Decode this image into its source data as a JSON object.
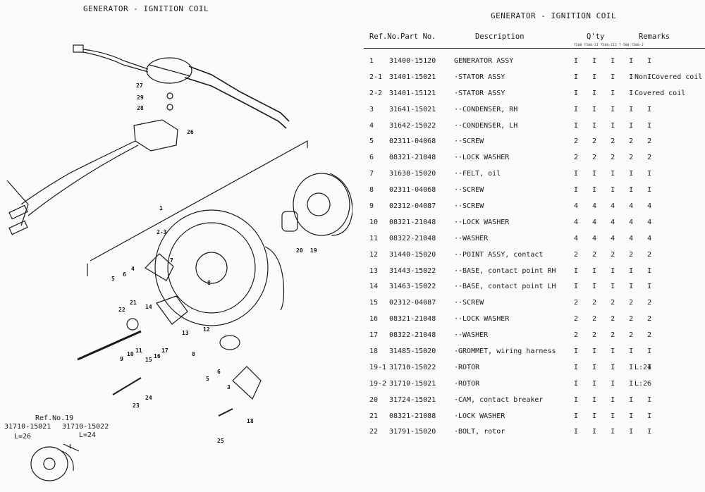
{
  "left": {
    "title": "GENERATOR - IGNITION COIL",
    "callouts": [
      "27",
      "29",
      "28",
      "26",
      "1",
      "2-3",
      "20",
      "19",
      "5",
      "6",
      "4",
      "7",
      "8",
      "21",
      "22",
      "9",
      "10",
      "11",
      "15",
      "16",
      "17",
      "14",
      "13",
      "12",
      "8",
      "5",
      "6",
      "3",
      "24",
      "23",
      "18",
      "25"
    ],
    "ref_note": {
      "label": "Ref.No.19",
      "parts": [
        "31710-15021",
        "31710-15022"
      ],
      "lengths": [
        "L=26",
        "L=24"
      ],
      "dim": "L"
    }
  },
  "right": {
    "title": "GENERATOR - IGNITION COIL",
    "headers": {
      "ref": "Ref.No.",
      "part": "Part   No.",
      "desc": "Description",
      "qty": "Q'ty",
      "remarks": "Remarks",
      "models": "T500  T500-II  T500-III  T-500  T500-J"
    },
    "rows": [
      {
        "ref": "1",
        "part": "31400-15120",
        "desc": "GENERATOR ASSY",
        "qty": "I I I I I",
        "rem": ""
      },
      {
        "ref": "2-1",
        "part": "31401-15021",
        "desc": "·STATOR ASSY",
        "qty": "I I I I I",
        "rem": "Non-Covered coil"
      },
      {
        "ref": "2-2",
        "part": "31401-15121",
        "desc": "·STATOR ASSY",
        "qty": "I I I I",
        "rem": "Covered coil"
      },
      {
        "ref": "3",
        "part": "31641-15021",
        "desc": "··CONDENSER, RH",
        "qty": "I I I I I",
        "rem": ""
      },
      {
        "ref": "4",
        "part": "31642-15022",
        "desc": "··CONDENSER, LH",
        "qty": "I I I I I",
        "rem": ""
      },
      {
        "ref": "5",
        "part": "02311-04068",
        "desc": "··SCREW",
        "qty": "2 2 2 2 2",
        "rem": ""
      },
      {
        "ref": "6",
        "part": "08321-21048",
        "desc": "··LOCK WASHER",
        "qty": "2 2 2 2 2",
        "rem": ""
      },
      {
        "ref": "7",
        "part": "31638-15020",
        "desc": "··FELT, oil",
        "qty": "I I I I I",
        "rem": ""
      },
      {
        "ref": "8",
        "part": "02311-04068",
        "desc": "··SCREW",
        "qty": "I I I I I",
        "rem": ""
      },
      {
        "ref": "9",
        "part": "02312-04087",
        "desc": "··SCREW",
        "qty": "4 4 4 4 4",
        "rem": ""
      },
      {
        "ref": "10",
        "part": "08321-21048",
        "desc": "··LOCK WASHER",
        "qty": "4 4 4 4 4",
        "rem": ""
      },
      {
        "ref": "11",
        "part": "08322-21048",
        "desc": "··WASHER",
        "qty": "4 4 4 4 4",
        "rem": ""
      },
      {
        "ref": "12",
        "part": "31440-15020",
        "desc": "··POINT ASSY, contact",
        "qty": "2 2 2 2 2",
        "rem": ""
      },
      {
        "ref": "13",
        "part": "31443-15022",
        "desc": "··BASE, contact point RH",
        "qty": "I I I I I",
        "rem": ""
      },
      {
        "ref": "14",
        "part": "31463-15022",
        "desc": "··BASE, contact point LH",
        "qty": "I I I I I",
        "rem": ""
      },
      {
        "ref": "15",
        "part": "02312-04087",
        "desc": "··SCREW",
        "qty": "2 2 2 2 2",
        "rem": ""
      },
      {
        "ref": "16",
        "part": "08321-21048",
        "desc": "··LOCK WASHER",
        "qty": "2 2 2 2 2",
        "rem": ""
      },
      {
        "ref": "17",
        "part": "08322-21048",
        "desc": "··WASHER",
        "qty": "2 2 2 2 2",
        "rem": ""
      },
      {
        "ref": "18",
        "part": "31485-15020",
        "desc": "·GROMMET, wiring harness",
        "qty": "I I I I I",
        "rem": ""
      },
      {
        "ref": "19-1",
        "part": "31710-15022",
        "desc": "·ROTOR",
        "qty": "I I I I I",
        "rem": "L:24"
      },
      {
        "ref": "19-2",
        "part": "31710-15021",
        "desc": "·ROTOR",
        "qty": "I I I I",
        "rem": "L:26"
      },
      {
        "ref": "20",
        "part": "31724-15021",
        "desc": "·CAM, contact breaker",
        "qty": "I I I I I",
        "rem": ""
      },
      {
        "ref": "21",
        "part": "08321-21088",
        "desc": "·LOCK WASHER",
        "qty": "I I I I I",
        "rem": ""
      },
      {
        "ref": "22",
        "part": "31791-15020",
        "desc": "·BOLT, rotor",
        "qty": "I I I I I",
        "rem": ""
      }
    ]
  }
}
